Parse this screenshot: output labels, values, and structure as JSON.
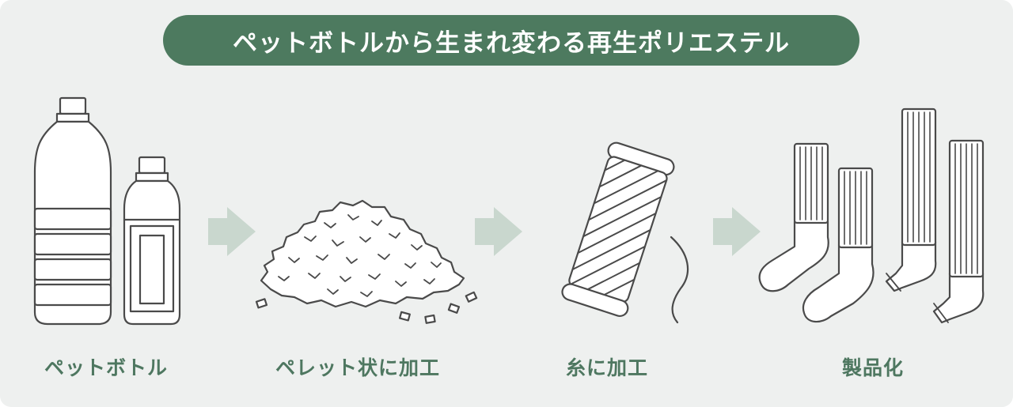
{
  "banner": {
    "title": "ペットボトルから生まれ変わる再生ポリエステル"
  },
  "stages": [
    {
      "label": "ペットボトル",
      "icon": "pet-bottles-icon"
    },
    {
      "label": "ペレット状に加工",
      "icon": "pellet-pile-icon"
    },
    {
      "label": "糸に加工",
      "icon": "thread-spool-icon"
    },
    {
      "label": "製品化",
      "icon": "socks-icon"
    }
  ],
  "arrow_icon": "right-arrow-icon",
  "colors": {
    "background": "#eef0ef",
    "banner": "#4d7a5f",
    "banner_text": "#ffffff",
    "label_text": "#4e7760",
    "arrow": "#c9d7ce",
    "line_art": "#4a4a4a",
    "fill": "#ffffff"
  }
}
